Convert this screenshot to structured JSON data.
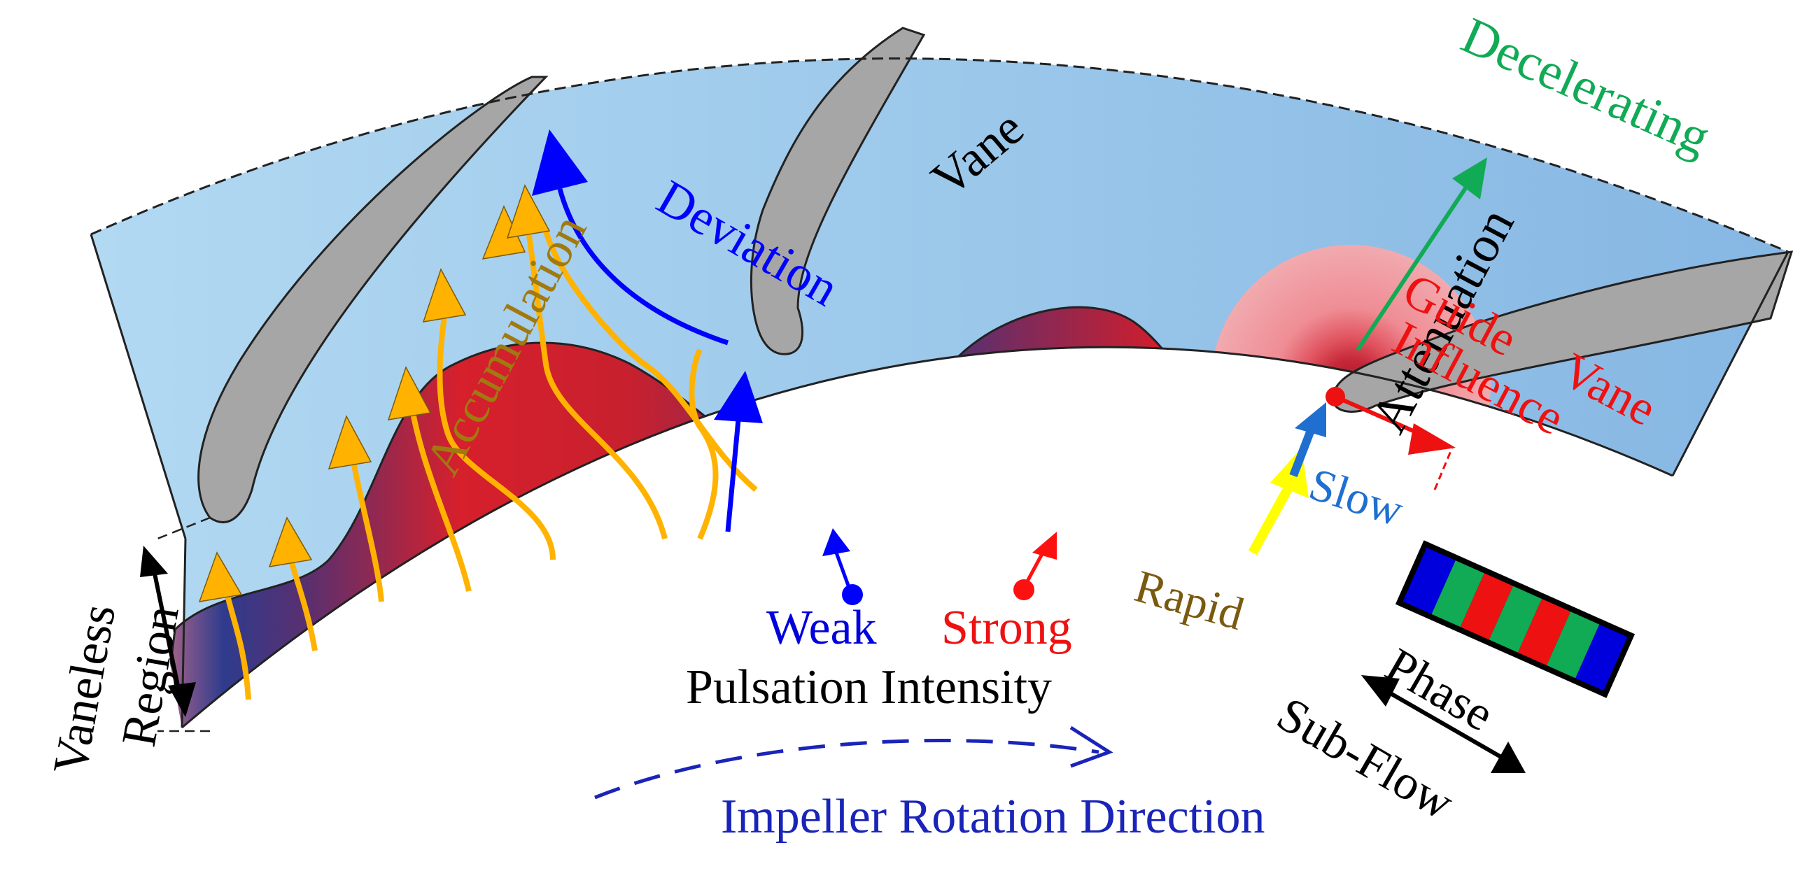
{
  "labels": {
    "vane": "Vane",
    "deviation": "Deviation",
    "accumulation": "Accumulation",
    "decelerating": "Decelerating",
    "attenuation": "Attenuation",
    "guide": "Guide",
    "vane2": "Vane",
    "influence": "Influence",
    "slow": "Slow",
    "rapid": "Rapid",
    "weak": "Weak",
    "strong": "Strong",
    "pulsation_intensity": "Pulsation Intensity",
    "impeller_rotation": "Impeller Rotation Direction",
    "vaneless": "Vaneless",
    "region": "Region",
    "phase": "Phase",
    "sub_flow": "Sub-Flow"
  },
  "colors": {
    "passage_light": "#a9d2ee",
    "passage_dark": "#7fb3e0",
    "vane_fill": "#a8a8a8",
    "pulse_red": "#d21e2c",
    "pulse_blue": "#2d3a8c",
    "streamline": "#ffb300",
    "deviation_blue": "#0000ff",
    "decelerating_green": "#11aa55",
    "guide_red": "#ee1111",
    "slow_blue": "#1e6fd0",
    "rapid_yellow": "#ffff00",
    "rapid_text": "#7a5a10",
    "accumulation_text": "#a07a10",
    "rotation_blue": "#1a24b8",
    "phase_green": "#11aa55"
  },
  "phase_bar": [
    "blue",
    "green",
    "red",
    "green",
    "red",
    "green",
    "blue"
  ]
}
